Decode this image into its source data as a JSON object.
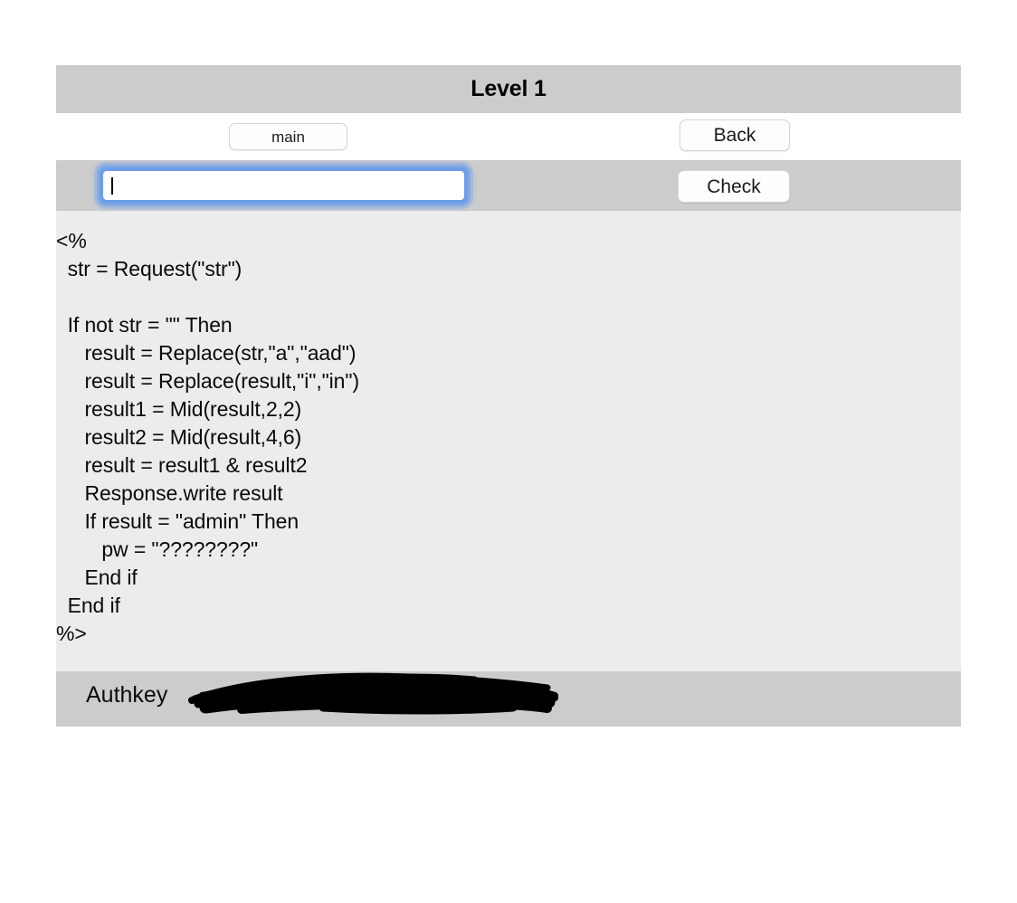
{
  "header": {
    "title": "Level 1"
  },
  "nav": {
    "main_label": "main",
    "back_label": "Back"
  },
  "form": {
    "input_value": "",
    "input_placeholder": "",
    "check_label": "Check"
  },
  "code": {
    "language": "asp-vbscript",
    "text": "<%\n  str = Request(\"str\")\n\n  If not str = \"\" Then\n     result = Replace(str,\"a\",\"aad\")\n     result = Replace(result,\"i\",\"in\")\n     result1 = Mid(result,2,2)\n     result2 = Mid(result,4,6)\n     result = result1 & result2\n     Response.write result\n     If result = \"admin\" Then\n        pw = \"????????\"\n     End if\n  End if\n%>"
  },
  "footer": {
    "authkey_label": "Authkey",
    "authkey_value_redacted": true
  },
  "colors": {
    "bar_gray": "#cccccc",
    "code_bg": "#ececec",
    "page_bg": "#ffffff",
    "focus_blue": "#6d9eeb",
    "text": "#0a0a0a",
    "redaction": "#000000"
  }
}
